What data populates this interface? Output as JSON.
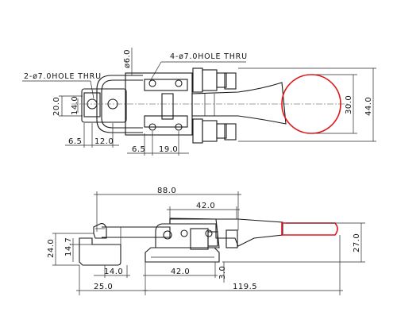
{
  "colors": {
    "handle_grip": "#e0161b",
    "ink": "#1a1a1a",
    "background": "#ffffff"
  },
  "notes": {
    "hole_left": "2-ø7.0HOLE THRU",
    "hole_top": "4-ø7.0HOLE THRU"
  },
  "top_view": {
    "dims": {
      "d6": "ø6.0",
      "h20": "20.0",
      "h14": "14.0",
      "w6_5a": "6.5",
      "w12": "12.0",
      "w6_5b": "6.5",
      "w19": "19.0",
      "h30": "30.0",
      "h44": "44.0"
    }
  },
  "side_view": {
    "dims": {
      "w88": "88.0",
      "w42top": "42.0",
      "h24": "24.0",
      "h14_7": "14.7",
      "w14": "14.0",
      "w42bottom": "42.0",
      "h3": "3.0",
      "w25": "25.0",
      "w119_5": "119.5",
      "h27": "27.0"
    }
  }
}
